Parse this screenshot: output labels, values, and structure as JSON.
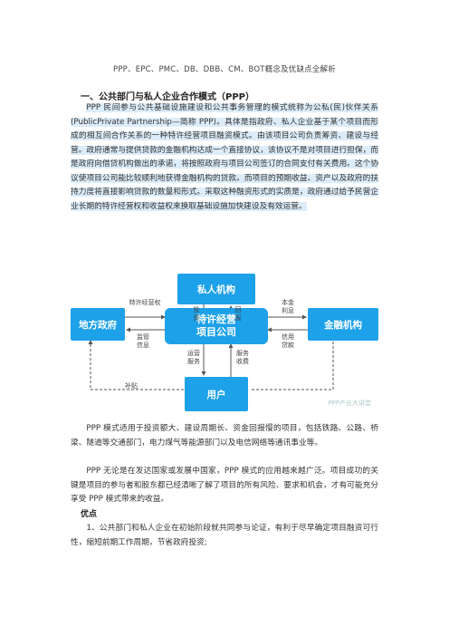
{
  "document": {
    "title": "PPP、EPC、PMC、DB、DBB、CM、BOT概念及优缺点全解析",
    "section_heading": "一、公共部门与私人企业合作模式（PPP）",
    "intro_paragraph": "PPP 民间参与公共基础设施建设和公共事务管理的模式统称为公私(民)伙伴关系(PublicPrivate Partnership—简称 PPP)。具体是指政府、私人企业基于某个项目而形成的相互间合作关系的一种特许经营项目融资模式。由该项目公司负责筹资、建设与经营。政府通常与提供贷款的金融机构达成一个直接协议，该协议不是对项目进行担保，而是政府向借贷机构做出的承诺，将按照政府与项目公司签订的合同支付有关费用。这个协议使项目公司能比较顺利地获得金融机构的贷款。而项目的预期收益、资产以及政府的扶持力度将直接影响贷款的数量和形式。采取这种融资形式的实质是，政府通过给予民营企业长期的特许经营权和收益权来换取基础设施加快建设及有效运营。",
    "diagram": {
      "nodes": {
        "private": "私人机构",
        "center": "特许经营\n项目公司",
        "government": "地方政府",
        "finance": "金融机构",
        "user": "用户"
      },
      "labels": {
        "invest": "投资",
        "return": "回报",
        "franchise": "特许经营权",
        "supervise": "监管信息",
        "subsidy": "补贴",
        "principal_interest": "本金利息",
        "credit_loan": "信用贷款",
        "operate_service": "运营服务",
        "service_fee": "服务收费"
      },
      "watermark": "PPP产业大讲堂"
    },
    "paragraph_2": "PPP 模式适用于投资额大、建设周期长、资金回报慢的项目，包括铁路、公路、桥梁、隧道等交通部门，电力煤气等能源部门以及电信网络等通讯事业等。",
    "paragraph_3": "PPP 无论是在发达国家或发展中国家，PPP 模式的应用越来越广泛。项目成功的关键是项目的参与者和股东都已经清晰了解了项目的所有风险、要求和机会，才有可能充分享受 PPP 模式带来的收益。",
    "subheading": "优点",
    "paragraph_4": "1、公共部门和私人企业在初始阶段就共同参与论证，有利于尽早确定项目融资可行性，缩短前期工作周期，节省政府投资;"
  }
}
